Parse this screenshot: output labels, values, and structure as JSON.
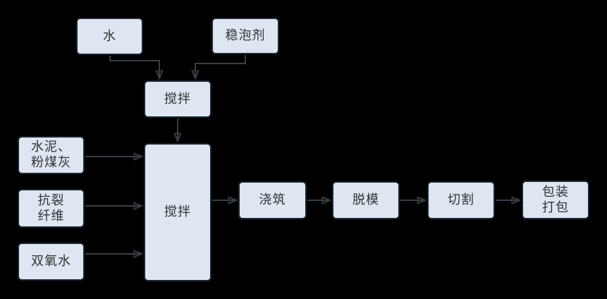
{
  "diagram": {
    "type": "flowchart",
    "nodes": {
      "water": {
        "label": "水"
      },
      "stabilizer": {
        "label": "稳泡剂"
      },
      "premix": {
        "label": "搅拌"
      },
      "cement": {
        "label": "水泥、\n粉煤灰"
      },
      "fiber": {
        "label": "抗裂\n纤维"
      },
      "peroxide": {
        "label": "双氧水"
      },
      "mainmix": {
        "label": "搅拌"
      },
      "pouring": {
        "label": "浇筑"
      },
      "demolding": {
        "label": "脱模"
      },
      "cutting": {
        "label": "切割"
      },
      "packing": {
        "label": "包装\n打包"
      }
    },
    "edges": [
      {
        "from": "water",
        "to": "premix"
      },
      {
        "from": "stabilizer",
        "to": "premix"
      },
      {
        "from": "premix",
        "to": "mainmix"
      },
      {
        "from": "cement",
        "to": "mainmix"
      },
      {
        "from": "fiber",
        "to": "mainmix"
      },
      {
        "from": "peroxide",
        "to": "mainmix"
      },
      {
        "from": "mainmix",
        "to": "pouring"
      },
      {
        "from": "pouring",
        "to": "demolding"
      },
      {
        "from": "demolding",
        "to": "cutting"
      },
      {
        "from": "cutting",
        "to": "packing"
      }
    ],
    "colors": {
      "background": "#000000",
      "node_fill": "#dde6f1",
      "node_border": "#1b2631",
      "node_text": "#333333",
      "arrow": "#383e45"
    }
  }
}
